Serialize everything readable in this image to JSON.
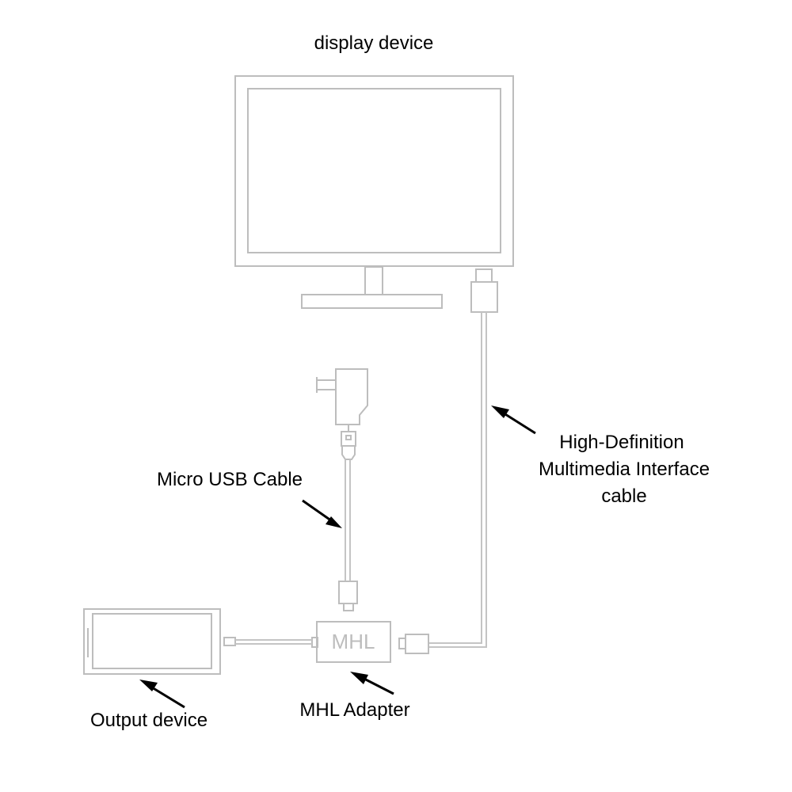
{
  "labels": {
    "display_device": "display device",
    "micro_usb_cable": "Micro USB Cable",
    "hdmi_cable_line1": "High-Definition",
    "hdmi_cable_line2": "Multimedia Interface",
    "hdmi_cable_line3": "cable",
    "output_device": "Output device",
    "mhl_adapter": "MHL Adapter"
  },
  "adapter": {
    "text": "MHL"
  },
  "colors": {
    "outline": "#bdbdbd",
    "arrow": "#000000",
    "text": "#000000"
  }
}
